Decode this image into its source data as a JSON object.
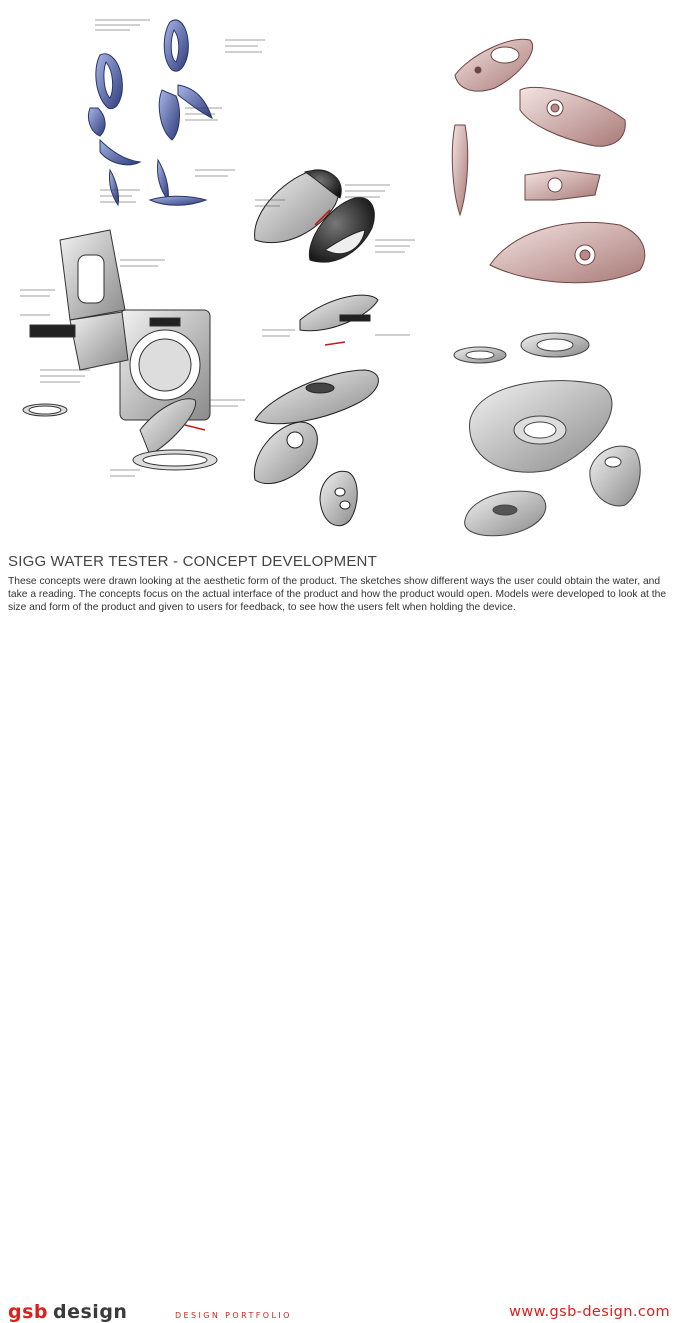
{
  "page": {
    "title": "SIGG WATER TESTER - CONCEPT DEVELOPMENT",
    "description": "These concepts were drawn looking at the aesthetic form of the product. The sketches show different ways the user could obtain the water, and take a reading. The concepts focus on the actual interface of the product and how the product would open. Models were developed to look at the size and form of the product and given to users for feedback, to see how the users felt when holding the device."
  },
  "footer": {
    "logo_gsb": "gsb",
    "logo_design": "design",
    "portfolio_label": "DESIGN PORTFOLIO",
    "url": "www.gsb-design.com"
  },
  "colors": {
    "accent": "#d6221c",
    "text": "#333333",
    "sketch_blue": "#3d4d8f",
    "sketch_brown": "#8a5a5a",
    "sketch_grey": "#5a5a5a"
  }
}
